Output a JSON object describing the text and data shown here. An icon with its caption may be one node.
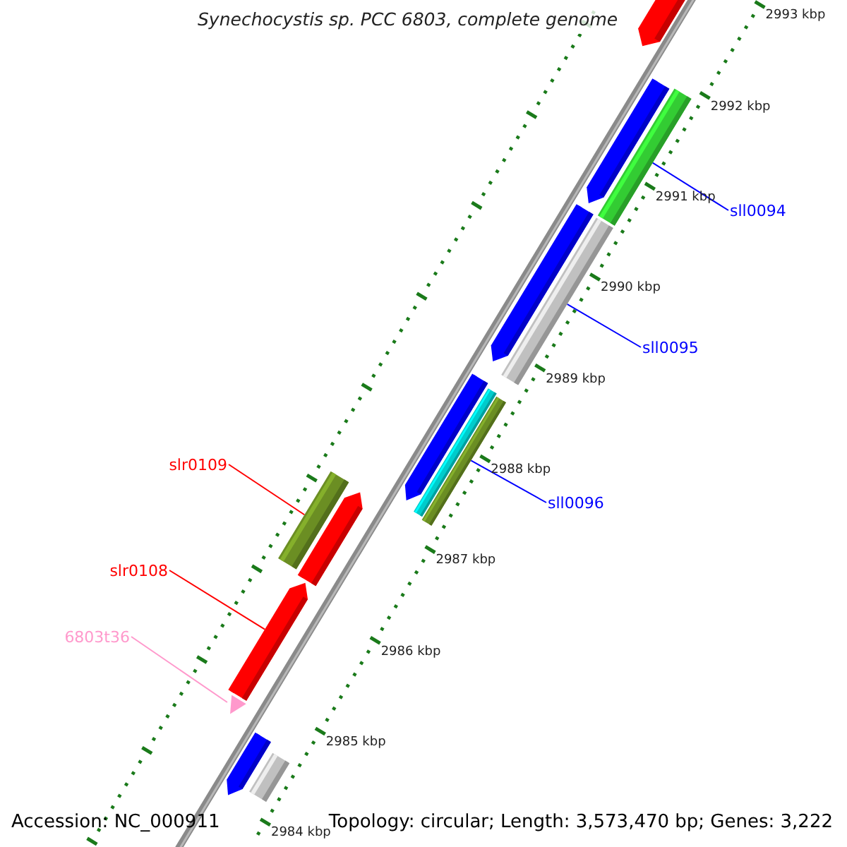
{
  "diagram": {
    "title": "Synechocystis sp. PCC 6803, complete genome",
    "nodes": [
      {
        "text": [],
        "shape": "arrow"
      },
      {
        "text": [],
        "shape": "arrow"
      },
      {
        "text": [],
        "shape": "bar"
      },
      {
        "text": [
          "sll0094"
        ]
      },
      {
        "text": [],
        "shape": "arrow"
      },
      {
        "text": [],
        "shape": "bar"
      },
      {
        "text": [
          "sll0095"
        ]
      },
      {
        "text": [],
        "shape": "arrow"
      },
      {
        "text": [],
        "shape": "bar"
      },
      {
        "text": [],
        "shape": "bar"
      },
      {
        "text": [
          "sll0096"
        ]
      },
      {
        "text": [
          "slr0109"
        ]
      },
      {
        "text": [],
        "shape": "bar"
      },
      {
        "text": [],
        "shape": "arrow"
      },
      {
        "text": [
          "slr0108"
        ]
      },
      {
        "text": [],
        "shape": "arrow"
      },
      {
        "text": [
          "6803t36"
        ]
      },
      {
        "text": [],
        "shape": "triangle"
      },
      {
        "text": [],
        "shape": "arrow"
      },
      {
        "text": [],
        "shape": "bar"
      }
    ],
    "edges": [
      {
        "from": 3,
        "to": 2,
        "arrow": "none"
      },
      {
        "from": 6,
        "to": 5,
        "arrow": "none"
      },
      {
        "from": 10,
        "to": 9,
        "arrow": "none"
      },
      {
        "from": 11,
        "to": 12,
        "arrow": "none",
        "color": "#ff0000"
      },
      {
        "from": 14,
        "to": 15,
        "arrow": "none",
        "color": "#ff0000"
      },
      {
        "from": 16,
        "to": 17,
        "arrow": "none",
        "color": "#ff99cc"
      }
    ],
    "labels": [
      "2993 kbp",
      "2992 kbp",
      "2991 kbp",
      "2990 kbp",
      "2989 kbp",
      "2988 kbp",
      "2987 kbp",
      "2986 kbp",
      "2985 kbp",
      "2984 kbp",
      "Accession: NC_000911",
      "Topology: circular; Length: 3,573,470 bp; Genes: 3,222"
    ]
  }
}
